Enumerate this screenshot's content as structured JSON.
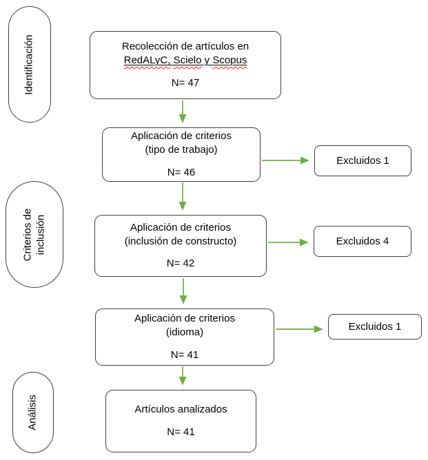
{
  "diagram": {
    "type": "flowchart",
    "colors": {
      "arrow_green": "#70AD47",
      "border_gray": "#3f3f3f",
      "squiggle_red": "#ff1a1a"
    },
    "stages": [
      {
        "line1": "Identificación",
        "line2": ""
      },
      {
        "line1": "Criterios de",
        "line2": "inclusión"
      },
      {
        "line1": "Análisis",
        "line2": ""
      }
    ],
    "steps": {
      "collect": {
        "line1": "Recolección de artículos en",
        "sources": [
          {
            "t": "RedALyC,"
          },
          {
            "t": " "
          },
          {
            "t": "Scielo"
          },
          {
            "t": " y "
          },
          {
            "t": "Scopus"
          }
        ],
        "n": "N= 47"
      },
      "tipo": {
        "line1": "Aplicación de criterios",
        "line2": "(tipo de trabajo)",
        "n": "N= 46"
      },
      "constructo": {
        "line1": "Aplicación de criterios",
        "line2": "(inclusión de constructo)",
        "n": "N= 42"
      },
      "idioma": {
        "line1": "Aplicación de criterios",
        "line2": "(idioma)",
        "n": "N= 41"
      },
      "final": {
        "line1": "Artículos analizados",
        "n": "N= 41"
      }
    },
    "excluded": [
      {
        "label": "Excluidos 1"
      },
      {
        "label": "Excluidos 4"
      },
      {
        "label": "Excluidos 1"
      }
    ]
  }
}
